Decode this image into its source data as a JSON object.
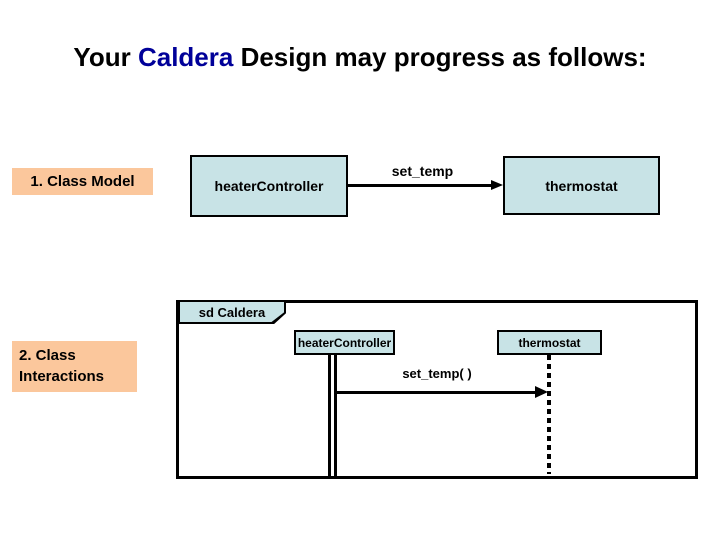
{
  "title": {
    "prefix": "Your ",
    "highlight": "Caldera",
    "suffix": " Design may progress as follows:"
  },
  "steps": {
    "step1_label": "1. Class Model",
    "step2_label": "2. Class Interactions"
  },
  "class_model": {
    "source_class": "heaterController",
    "target_class": "thermostat",
    "association_label": "set_temp"
  },
  "sequence_diagram": {
    "frame_label": "sd Caldera",
    "lifelines": [
      "heaterController",
      "thermostat"
    ],
    "message_label": "set_temp( )"
  },
  "colors": {
    "title_highlight": "#000099",
    "box_fill": "#C8E3E6",
    "step_label_fill": "#FBC79C",
    "line_color": "#000000"
  }
}
